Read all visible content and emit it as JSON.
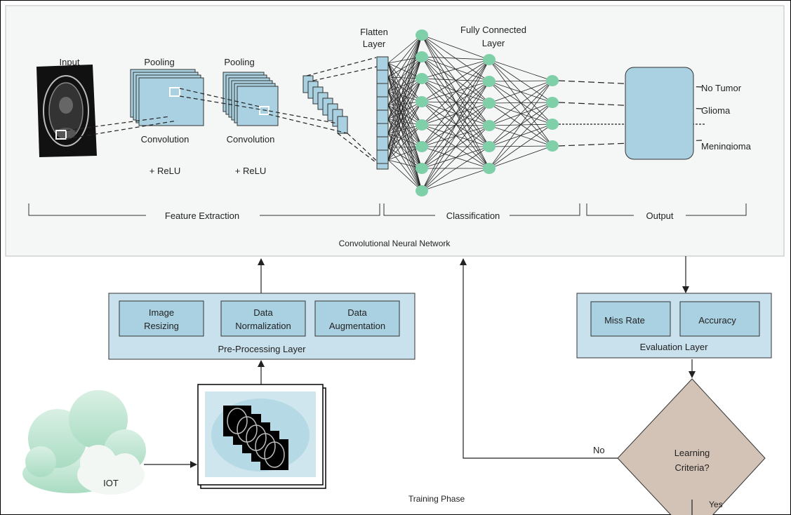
{
  "cnn": {
    "input_label": "Input",
    "pooling_1": "Pooling",
    "pooling_2": "Pooling",
    "convolution_1": "Convolution",
    "convolution_2": "Convolution",
    "relu_1": "+ ReLU",
    "relu_2": "+ ReLU",
    "flatten_line1": "Flatten",
    "flatten_line2": "Layer",
    "fc_line1": "Fully Connected",
    "fc_line2": "Layer",
    "feature_extraction": "Feature Extraction",
    "classification": "Classification",
    "output": "Output",
    "title": "Convolutional Neural Network"
  },
  "outputs": {
    "class_1": "No Tumor",
    "class_2": "Glioma",
    "class_3": "Meningioma"
  },
  "preprocessing": {
    "title": "Pre-Processing Layer",
    "box_1_line1": "Image",
    "box_1_line2": "Resizing",
    "box_2_line1": "Data",
    "box_2_line2": "Normalization",
    "box_3_line1": "Data",
    "box_3_line2": "Augmentation"
  },
  "evaluation": {
    "title": "Evaluation Layer",
    "box_1": "Miss Rate",
    "box_2": "Accuracy"
  },
  "decision": {
    "line1": "Learning",
    "line2": "Criteria?",
    "no_label": "No",
    "yes_label": "Yes"
  },
  "iot_label": "IOT",
  "training_phase": "Training Phase",
  "colors": {
    "box_fill": "#a9d1e2",
    "panel_fill": "#c9e1ec",
    "node_fill": "#7fcfa9",
    "diamond_fill": "#d3c3b7",
    "cnn_panel_fill": "#f5f6f6"
  }
}
